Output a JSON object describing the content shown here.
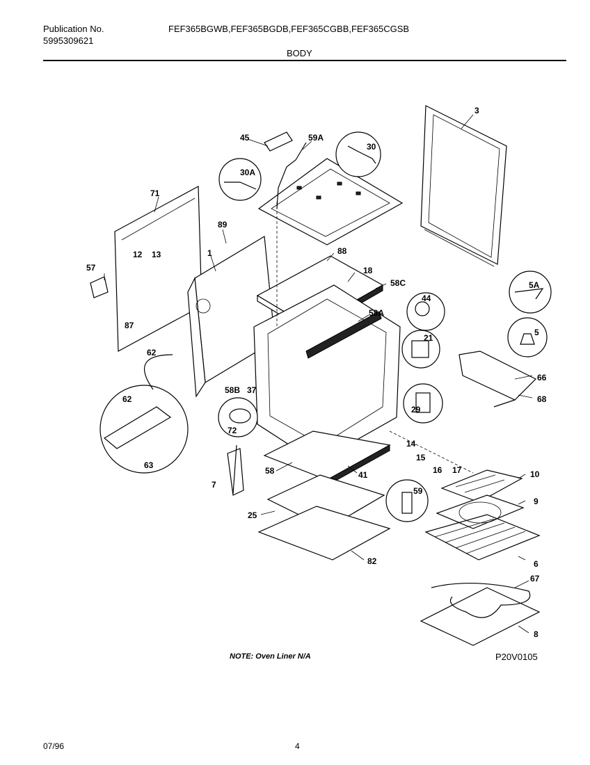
{
  "header": {
    "publication_label": "Publication No.",
    "publication_number": "5995309621",
    "models": "FEF365BGWB,FEF365BGDB,FEF365CGBB,FEF365CGSB",
    "section_title": "BODY"
  },
  "callouts": [
    "3",
    "45",
    "59A",
    "30",
    "30A",
    "71",
    "89",
    "88",
    "18",
    "58C",
    "57",
    "12",
    "13",
    "1",
    "44",
    "58A",
    "5A",
    "87",
    "21",
    "5",
    "62",
    "58B",
    "37",
    "66",
    "68",
    "29",
    "62",
    "72",
    "14",
    "15",
    "16",
    "17",
    "63",
    "10",
    "7",
    "58",
    "41",
    "59",
    "9",
    "25",
    "6",
    "82",
    "67",
    "8"
  ],
  "note": "NOTE:  Oven Liner N/A",
  "diagram_code": "P20V0105",
  "footer": {
    "date": "07/96",
    "page": "4"
  }
}
